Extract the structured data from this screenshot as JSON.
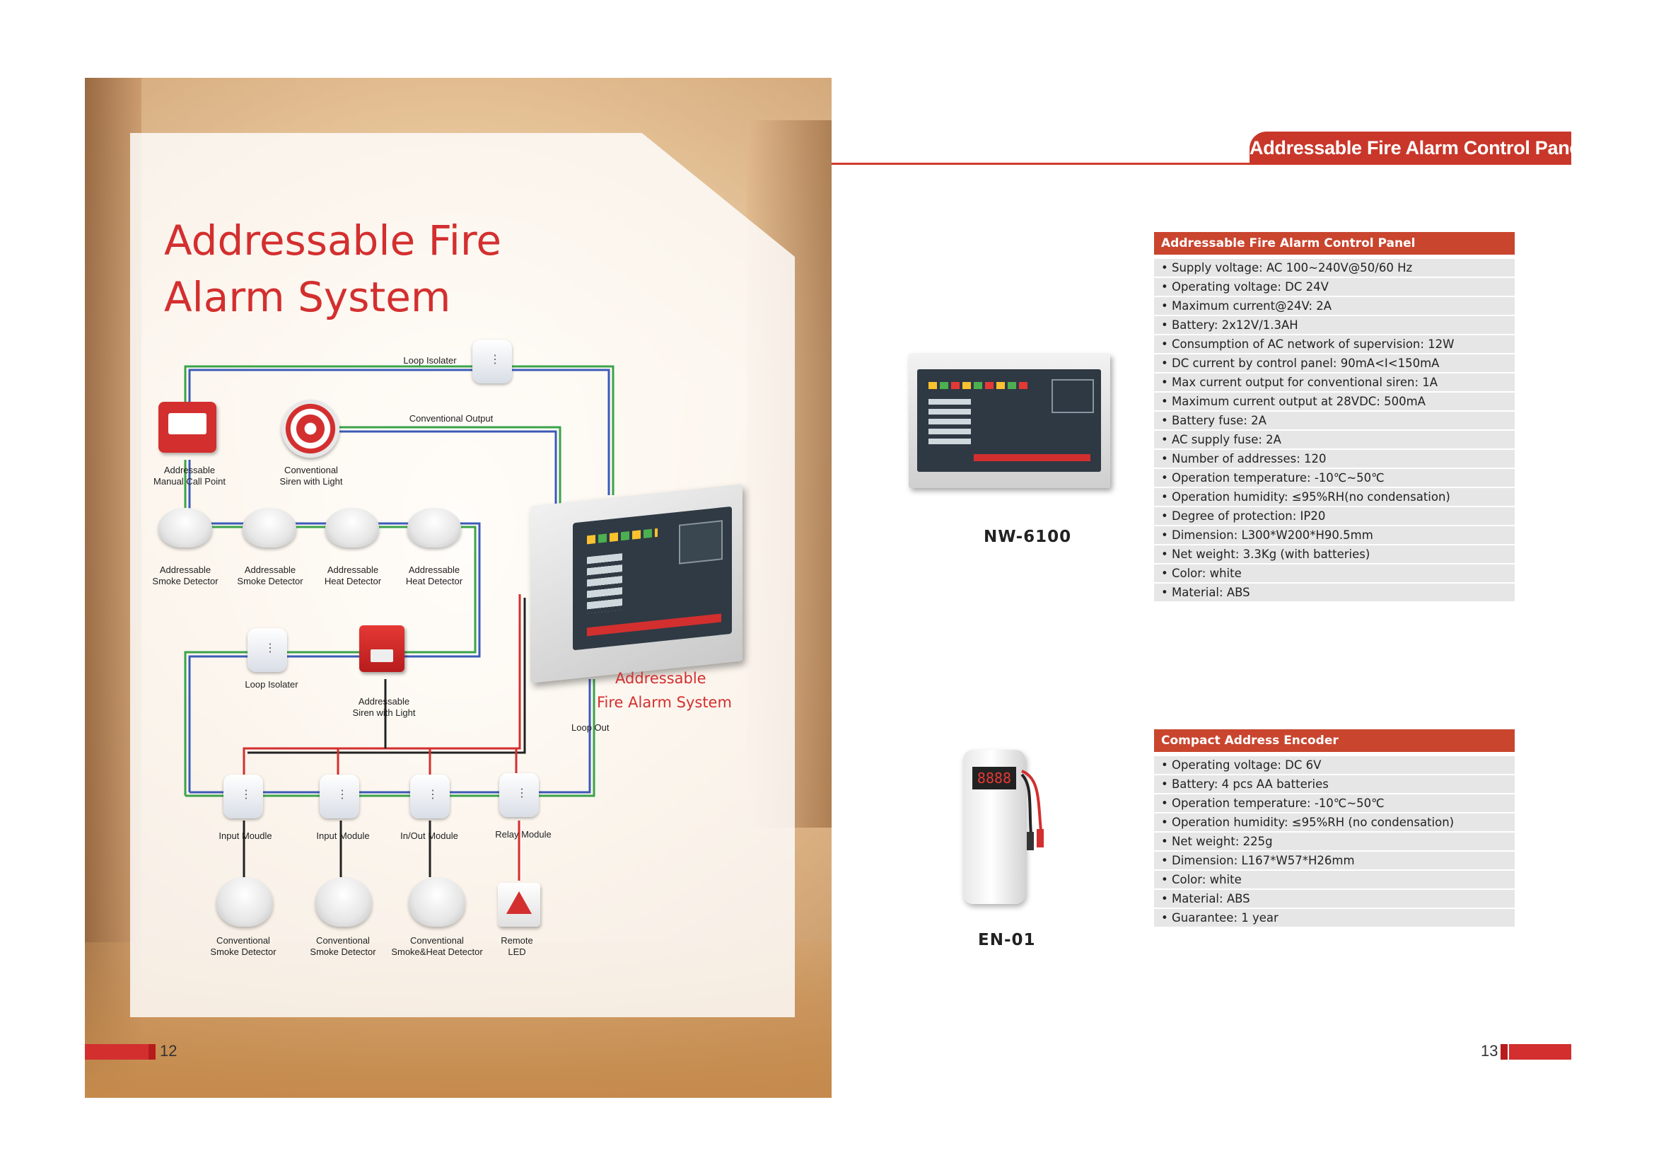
{
  "left": {
    "title_line1": "Addressable Fire",
    "title_line2": "Alarm System",
    "panel_caption_line1": "Addressable",
    "panel_caption_line2": "Fire Alarm System",
    "labels": {
      "loop_isolater_top": "Loop Isolater",
      "conventional_output": "Conventional Output",
      "manual_call_point": [
        "Addressable",
        "Manual Call Point"
      ],
      "conv_siren": [
        "Conventional",
        "Siren with Light"
      ],
      "smoke_det_1": [
        "Addressable",
        "Smoke Detector"
      ],
      "smoke_det_2": [
        "Addressable",
        "Smoke Detector"
      ],
      "heat_det_1": [
        "Addressable",
        "Heat Detector"
      ],
      "heat_det_2": [
        "Addressable",
        "Heat Detector"
      ],
      "loop_isolater_mid": "Loop Isolater",
      "addr_siren": [
        "Addressable",
        "Siren with Light"
      ],
      "loop_out": "Loop Out",
      "input_moudle": "Input Moudle",
      "input_module": "Input Module",
      "inout_module": "In/Out Module",
      "relay_module": "Relay Module",
      "conv_smoke_1": [
        "Conventional",
        "Smoke Detector"
      ],
      "conv_smoke_2": [
        "Conventional",
        "Smoke Detector"
      ],
      "conv_smoke_heat": [
        "Conventional",
        "Smoke&Heat Detector"
      ],
      "remote_led": [
        "Remote",
        "LED"
      ]
    },
    "page_number": "12"
  },
  "right": {
    "header_tab": "Addressable Fire Alarm Control Panel",
    "panel_spec": {
      "heading": "Addressable Fire Alarm Control Panel",
      "rows": [
        "Supply voltage: AC 100~240V@50/60 Hz",
        "Operating voltage: DC 24V",
        "Maximum current@24V: 2A",
        "Battery: 2x12V/1.3AH",
        "Consumption of AC network of supervision: 12W",
        "DC current by control panel: 90mA<I<150mA",
        "Max current output for conventional siren: 1A",
        "Maximum current output at 28VDC: 500mA",
        "Battery fuse: 2A",
        "AC supply fuse: 2A",
        "Number of addresses: 120",
        "Operation temperature: -10℃~50℃",
        "Operation humidity: ≤95%RH(no condensation)",
        "Degree of protection: IP20",
        "Dimension: L300*W200*H90.5mm",
        "Net weight: 3.3Kg (with batteries)",
        "Color: white",
        "Material: ABS"
      ]
    },
    "panel_model": "NW-6100",
    "encoder_spec": {
      "heading": "Compact Address Encoder",
      "rows": [
        "Operating voltage: DC 6V",
        "Battery: 4 pcs AA batteries",
        "Operation temperature: -10℃~50℃",
        "Operation humidity: ≤95%RH (no condensation)",
        "Net weight: 225g",
        "Dimension: L167*W57*H26mm",
        "Color: white",
        "Material: ABS",
        "Guarantee: 1 year"
      ]
    },
    "encoder_model": "EN-01",
    "encoder_display": "8888",
    "page_number": "13"
  },
  "colors": {
    "accent_red": "#d32f2f",
    "header_red": "#c9372a",
    "row_gray": "#e6e6e6"
  }
}
